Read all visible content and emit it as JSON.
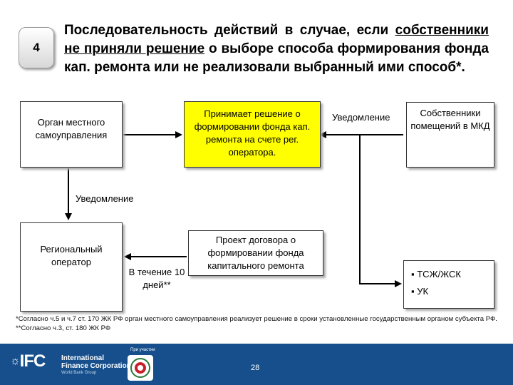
{
  "slide": {
    "number": "4",
    "heading": {
      "part1": "Последовательность действий в случае, если ",
      "underlined1": "собственники не приняли решение",
      "part2": " о выборе способа формирования фонда кап. ремонта или не реализовали выбранный ими способ*."
    }
  },
  "nodes": {
    "local_gov": "Орган местного самоуправления",
    "decision": "Принимает решение о формировании фонда кап. ремонта на счете рег. оператора.",
    "owners": "Собственники помещений в МКД",
    "regional_operator": "Региональный оператор",
    "contract": "Проект договора о формировании фонда капитального ремонта",
    "options": [
      "ТСЖ/ЖСК",
      "УК"
    ]
  },
  "edge_labels": {
    "notification_top": "Уведомление",
    "notification_left": "Уведомление",
    "within_days": "В течение 10 дней**"
  },
  "footnotes": [
    "*Согласно ч.5 и ч.7 ст. 170 ЖК РФ орган местного самоуправления реализует решение в сроки установленные государственным органом субъекта РФ.",
    "**Согласно ч.3, ст. 180 ЖК РФ"
  ],
  "footer": {
    "logo_mark": "IFC",
    "org_name_line1": "International",
    "org_name_line2": "Finance Corporation",
    "org_sub": "World Bank Group",
    "partner_label": "При участии",
    "page": "28"
  },
  "colors": {
    "highlight": "#ffff00",
    "footer": "#164f8c",
    "arrow": "#000000"
  }
}
